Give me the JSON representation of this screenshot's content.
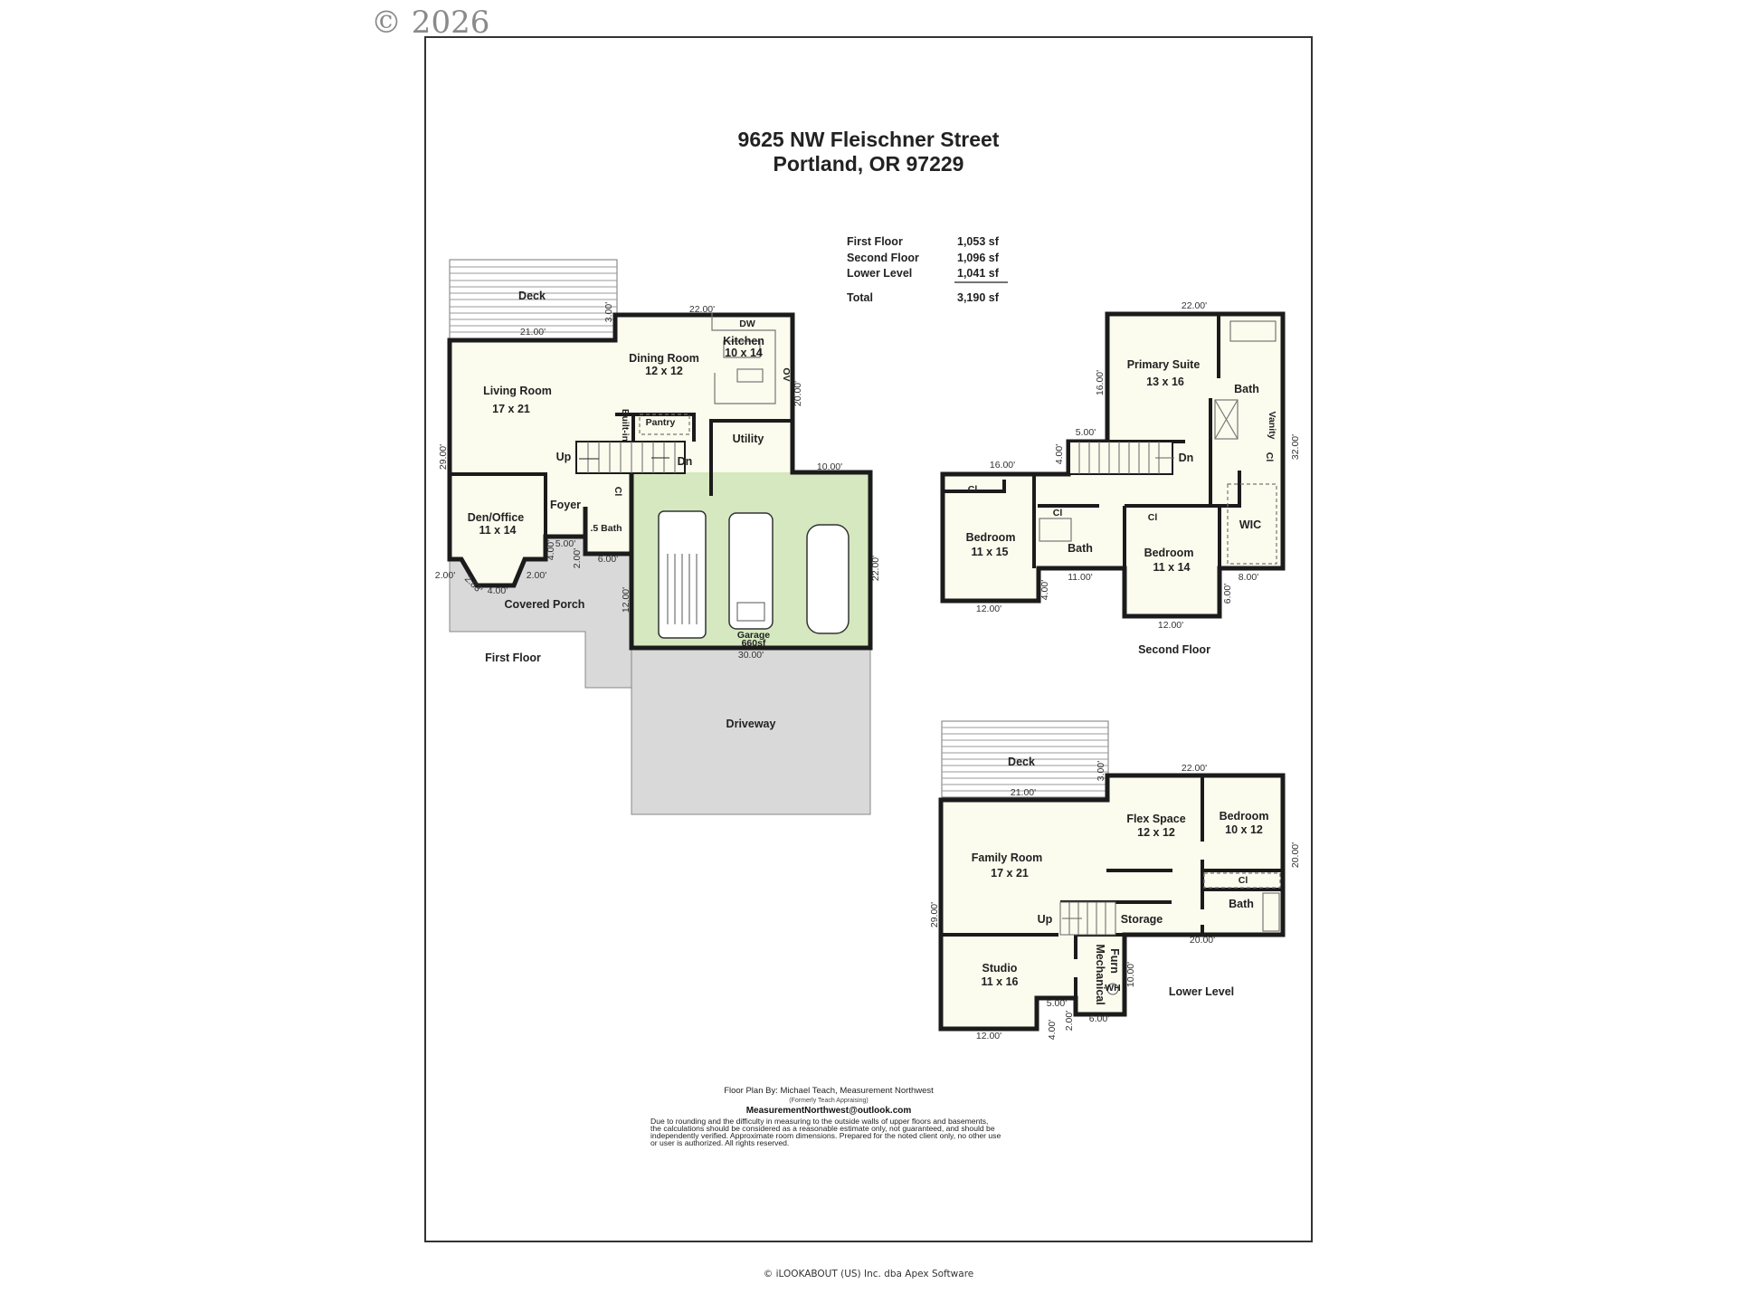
{
  "watermark": "© 2026",
  "title": {
    "line1": "9625 NW Fleischner Street",
    "line2": "Portland, OR 97229"
  },
  "summary": {
    "rows": [
      {
        "label": "First Floor",
        "value": "1,053 sf"
      },
      {
        "label": "Second Floor",
        "value": "1,096 sf"
      },
      {
        "label": "Lower Level",
        "value": "1,041 sf"
      }
    ],
    "total": {
      "label": "Total",
      "value": "3,190 sf"
    }
  },
  "first_floor": {
    "name": "First Floor",
    "rooms": {
      "deck": "Deck",
      "kitchen": "Kitchen",
      "kitchen_size": "10 x 14",
      "dining": "Dining Room",
      "dining_size": "12 x 12",
      "living": "Living Room",
      "living_size": "17 x 21",
      "builtin": "Built-in",
      "pantry": "Pantry",
      "utility": "Utility",
      "up": "Up",
      "dn": "Dn",
      "cl": "Cl",
      "foyer": "Foyer",
      "den": "Den/Office",
      "den_size": "11 x 14",
      "half_bath": ".5 Bath",
      "porch": "Covered Porch",
      "garage": "Garage",
      "garage_size": "660sf",
      "driveway": "Driveway",
      "ov": "OV",
      "dw": "DW"
    },
    "dims": [
      "21.00'",
      "3.00'",
      "22.00'",
      "20.00'",
      "10.00'",
      "29.00'",
      "5.00'",
      "4.00'",
      "2.00'",
      "6.00'",
      "2.00'",
      "2.83'",
      "4.00'",
      "2.00'",
      "12.00'",
      "30.00'",
      "22.00'"
    ]
  },
  "second_floor": {
    "name": "Second Floor",
    "rooms": {
      "primary": "Primary Suite",
      "primary_size": "13 x 16",
      "bath": "Bath",
      "vanity": "Vanity",
      "cl": "Cl",
      "dn": "Dn",
      "wic": "WIC",
      "bed1": "Bedroom",
      "bed1_size": "11 x 15",
      "bath2": "Bath",
      "bed2": "Bedroom",
      "bed2_size": "11 x 14"
    },
    "dims": [
      "22.00'",
      "16.00'",
      "5.00'",
      "4.00'",
      "32.00'",
      "16.00'",
      "11.00'",
      "4.00'",
      "8.00'",
      "6.00'",
      "12.00'",
      "12.00'"
    ]
  },
  "lower_level": {
    "name": "Lower Level",
    "rooms": {
      "deck": "Deck",
      "flex": "Flex Space",
      "flex_size": "12 x 12",
      "bed": "Bedroom",
      "bed_size": "10 x 12",
      "family": "Family Room",
      "family_size": "17 x 21",
      "cl": "Cl",
      "bath": "Bath",
      "up": "Up",
      "storage": "Storage",
      "studio": "Studio",
      "studio_size": "11 x 16",
      "furn": "Furn",
      "mech": "Mechanical",
      "wh": "WH"
    },
    "dims": [
      "21.00'",
      "3.00'",
      "22.00'",
      "20.00'",
      "29.00'",
      "20.00'",
      "10.00'",
      "5.00'",
      "2.00'",
      "4.00'",
      "6.00'",
      "12.00'"
    ]
  },
  "footer": {
    "credit": "Floor Plan By: Michael Teach, Measurement Northwest",
    "formerly": "(Formerly Teach Appraising)",
    "email": "MeasurementNorthwest@outlook.com",
    "disclaimer": [
      "Due to rounding and the difficulty in measuring to the outside walls of upper floors and basements,",
      "the calculations should be considered as a reasonable estimate only, not guaranteed, and should be",
      "independently verified. Approximate room dimensions. Prepared for the noted client only, no other use",
      "or user is authorized. All rights reserved."
    ]
  },
  "copyright": "© iLOOKABOUT (US) Inc. dba Apex Software"
}
